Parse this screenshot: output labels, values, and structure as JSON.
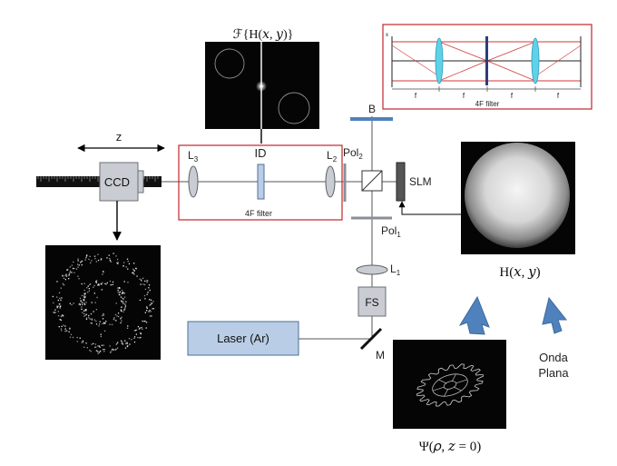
{
  "labels": {
    "z": "z",
    "ccd": "CCD",
    "l3": "L",
    "l3_sub": "3",
    "id": "ID",
    "l2": "L",
    "l2_sub": "2",
    "pol2": "Pol",
    "pol2_sub": "2",
    "filter_4f": "4F filter",
    "b": "B",
    "slm": "SLM",
    "pol1": "Pol",
    "pol1_sub": "1",
    "l1": "L",
    "l1_sub": "1",
    "fs": "FS",
    "laser": "Laser (Ar)",
    "m": "M",
    "h_xy": "H(𝑥, 𝑦)",
    "fourier_h": "ℱ{H(𝑥, 𝑦)}",
    "psi": "Ψ(𝜌, 𝑧 = 0)",
    "onda": "Onda",
    "plana": "Plana"
  },
  "inset": {
    "focal_labels": [
      "f",
      "f",
      "f",
      "f"
    ],
    "caption": "4F filter",
    "edge_mark": "x"
  },
  "colors": {
    "filter_border": "#c0262c",
    "laser_fill": "#b9cde6",
    "laser_border": "#4f6f95",
    "lens_fill": "#c9cdd3",
    "lens_border": "#5a5f66",
    "polarizer": "#8a8f96",
    "mirror_b": "#4f81bd",
    "arrow_blue": "#4f81bd",
    "inset_lens": "#5fd1e8",
    "inset_ray": "#d03a3a"
  }
}
